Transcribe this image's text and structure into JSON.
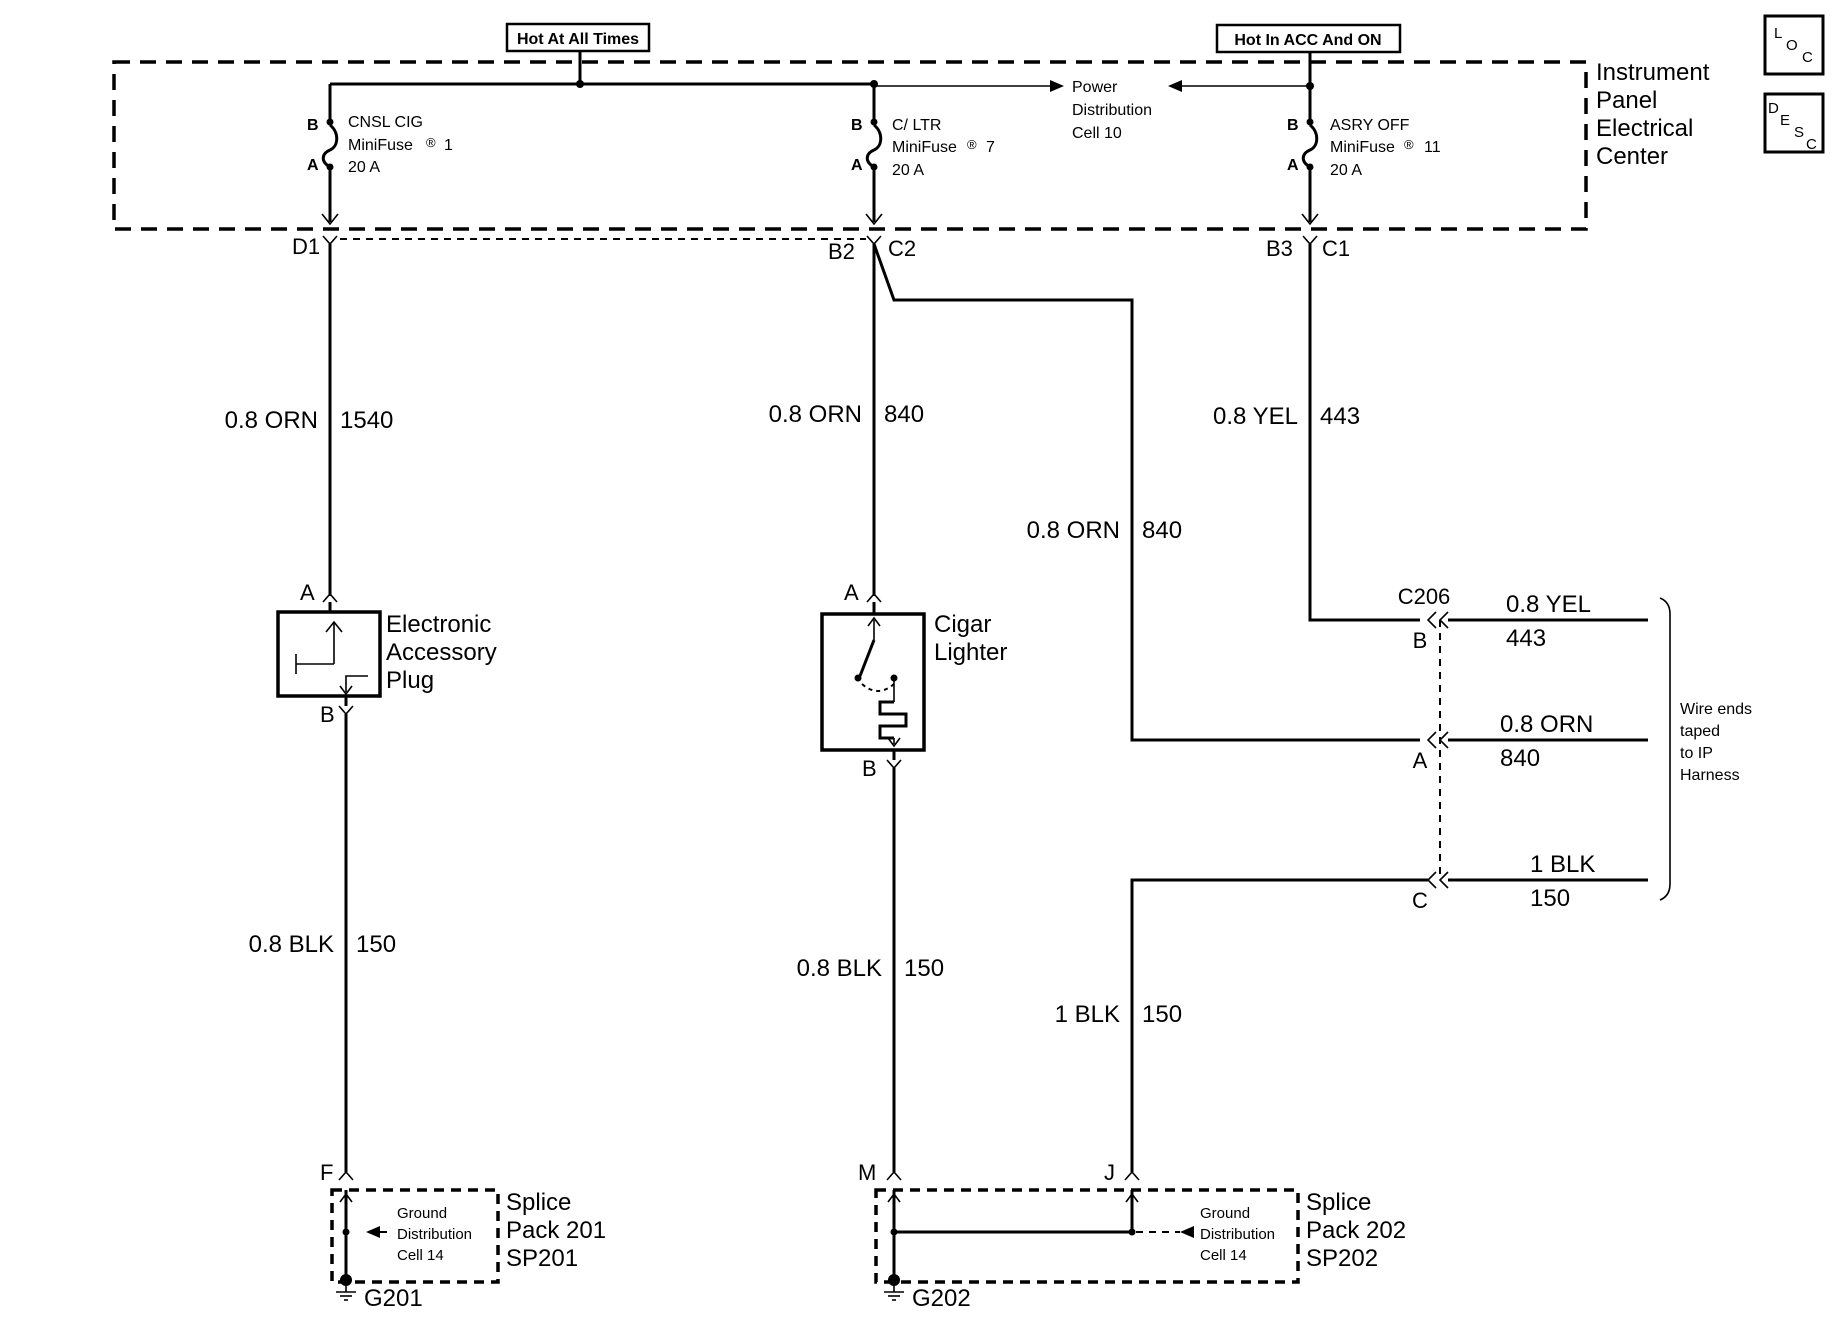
{
  "headers": {
    "hot_all_times": "Hot At All Times",
    "hot_acc_on": "Hot In ACC And ON"
  },
  "ipec": {
    "line1": "Instrument",
    "line2": "Panel",
    "line3": "Electrical",
    "line4": "Center"
  },
  "corner_icons": {
    "loc": [
      "L",
      "O",
      "C"
    ],
    "desc": [
      "D",
      "E",
      "S",
      "C"
    ]
  },
  "power_cell": {
    "line1": "Power",
    "line2": "Distribution",
    "line3": "Cell 10"
  },
  "fuses": [
    {
      "name": "CNSL CIG",
      "label": "MiniFuse",
      "reg": "®",
      "num": "1",
      "rating": "20 A",
      "pin_b": "B",
      "pin_a": "A"
    },
    {
      "name": "C/ LTR",
      "label": "MiniFuse",
      "reg": "®",
      "num": "7",
      "rating": "20 A",
      "pin_b": "B",
      "pin_a": "A"
    },
    {
      "name": "ASRY OFF",
      "label": "MiniFuse",
      "reg": "®",
      "num": "11",
      "rating": "20 A",
      "pin_b": "B",
      "pin_a": "A"
    }
  ],
  "connectors": {
    "d1": "D1",
    "b2": "B2",
    "c2": "C2",
    "b3": "B3",
    "c1": "C1",
    "c206": "C206"
  },
  "wires": {
    "w1540": {
      "gauge": "0.8 ORN",
      "circuit": "1540"
    },
    "w840a": {
      "gauge": "0.8 ORN",
      "circuit": "840"
    },
    "w840b": {
      "gauge": "0.8 ORN",
      "circuit": "840"
    },
    "w443": {
      "gauge": "0.8 YEL",
      "circuit": "443"
    },
    "w150a": {
      "gauge": "0.8 BLK",
      "circuit": "150"
    },
    "w150b": {
      "gauge": "0.8 BLK",
      "circuit": "150"
    },
    "w150c": {
      "gauge": "1 BLK",
      "circuit": "150"
    }
  },
  "components": {
    "eap": {
      "line1": "Electronic",
      "line2": "Accessory",
      "line3": "Plug",
      "pin_a": "A",
      "pin_b": "B"
    },
    "cigar": {
      "line1": "Cigar",
      "line2": "Lighter",
      "pin_a": "A",
      "pin_b": "B"
    }
  },
  "c206_pins": [
    {
      "pin": "B",
      "gauge": "0.8 YEL",
      "circuit": "443"
    },
    {
      "pin": "A",
      "gauge": "0.8 ORN",
      "circuit": "840"
    },
    {
      "pin": "C",
      "gauge": "1 BLK",
      "circuit": "150"
    }
  ],
  "taped_note": {
    "line1": "Wire ends",
    "line2": "taped",
    "line3": "to IP",
    "line4": "Harness"
  },
  "splice201": {
    "pin": "F",
    "gd1": "Ground",
    "gd2": "Distribution",
    "gd3": "Cell 14",
    "line1": "Splice",
    "line2": "Pack 201",
    "line3": "SP201",
    "ground": "G201"
  },
  "splice202": {
    "pin_m": "M",
    "pin_j": "J",
    "gd1": "Ground",
    "gd2": "Distribution",
    "gd3": "Cell 14",
    "line1": "Splice",
    "line2": "Pack 202",
    "line3": "SP202",
    "ground": "G202"
  }
}
